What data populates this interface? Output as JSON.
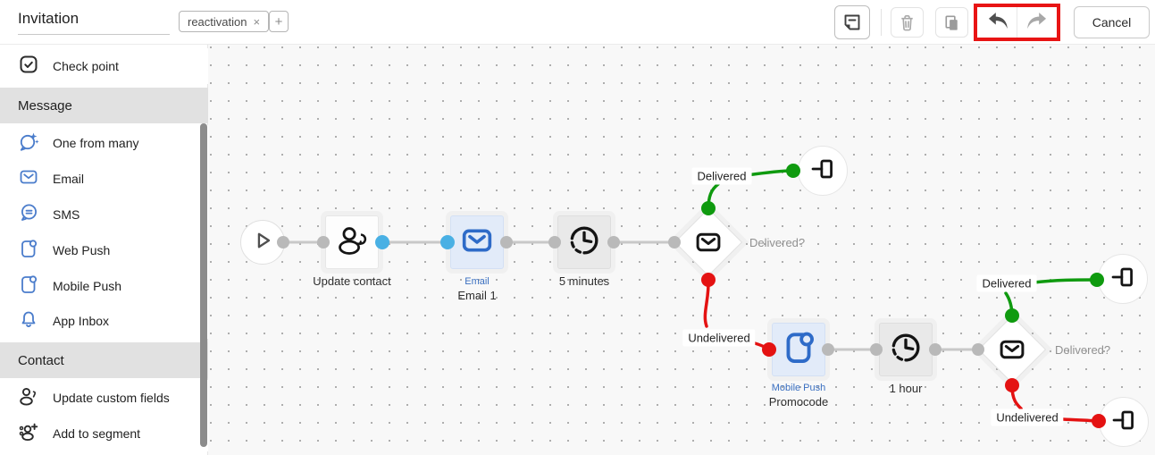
{
  "header": {
    "title": "Invitation",
    "tag_label": "reactivation",
    "tag_remove": "×",
    "add_tag": "+",
    "cancel": "Cancel"
  },
  "sidebar": {
    "items": [
      {
        "label": "Check point",
        "kind": "item",
        "icon": "check-point-icon"
      },
      {
        "label": "Message",
        "kind": "section"
      },
      {
        "label": "One from many",
        "kind": "item",
        "icon": "one-from-many-icon"
      },
      {
        "label": "Email",
        "kind": "item",
        "icon": "email-icon"
      },
      {
        "label": "SMS",
        "kind": "item",
        "icon": "sms-icon"
      },
      {
        "label": "Web Push",
        "kind": "item",
        "icon": "web-push-icon"
      },
      {
        "label": "Mobile Push",
        "kind": "item",
        "icon": "mobile-push-icon"
      },
      {
        "label": "App Inbox",
        "kind": "item",
        "icon": "app-inbox-icon"
      },
      {
        "label": "Contact",
        "kind": "section"
      },
      {
        "label": "Update custom fields",
        "kind": "item",
        "icon": "update-custom-fields-icon"
      },
      {
        "label": "Add to segment",
        "kind": "item",
        "icon": "add-to-segment-icon"
      }
    ]
  },
  "canvas": {
    "update_contact_label": "Update contact",
    "email_type_label": "Email",
    "email_name_label": "Email 1",
    "delay1_label": "5 minutes",
    "condition1_label": "Delivered?",
    "delivered1_label": "Delivered",
    "undelivered1_label": "Undelivered",
    "mobile_push_type_label": "Mobile Push",
    "mobile_push_name_label": "Promocode",
    "delay2_label": "1 hour",
    "condition2_label": "Delivered?",
    "delivered2_label": "Delivered",
    "undelivered2_label": "Undelivered"
  },
  "colors": {
    "accent_blue": "#3a6fc0",
    "selected_node_bg": "#e2ebf9",
    "port_blue": "#49b0e4",
    "port_gray": "#b9b9b9",
    "branch_green": "#0f9a0f",
    "branch_red": "#e41212",
    "highlight_red": "#e81414",
    "line_gray": "#c8c8c8"
  }
}
